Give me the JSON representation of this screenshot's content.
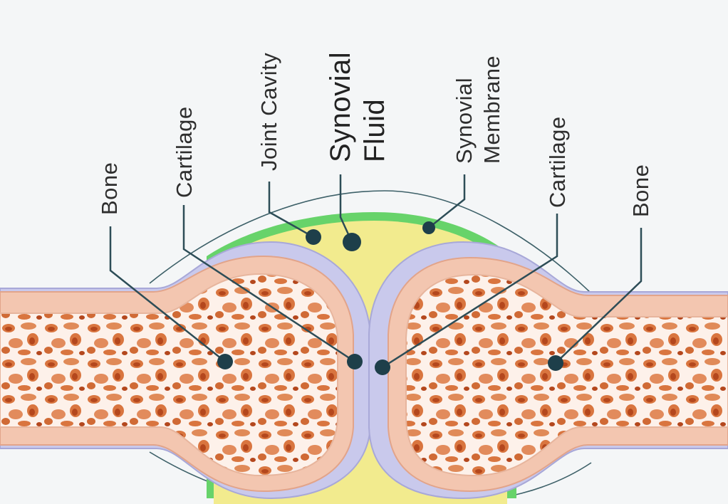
{
  "labels": {
    "bone_left": "Bone",
    "cartilage_left": "Cartilage",
    "joint_cavity": "Joint Cavity",
    "synovial_fluid_line1": "Synovial",
    "synovial_fluid_line2": "Fluid",
    "synovial_membrane_line1": "Synovial",
    "synovial_membrane_line2": "Membrane",
    "cartilage_right": "Cartilage",
    "bone_right": "Bone"
  },
  "colors": {
    "background": "#f4f6f7",
    "bone_outer": "#f3c6b0",
    "bone_edge": "#e2a48a",
    "spongy_bone": "#d9753f",
    "spongy_dark": "#b4471d",
    "cartilage": "#c9c9ec",
    "cartilage_edge": "#a8a8d8",
    "synovial_fluid": "#f2eb8e",
    "synovial_membrane": "#67d36a",
    "capsule_line": "#3d6068",
    "leader": "#2d4d57",
    "dot": "#1e3f4a"
  }
}
